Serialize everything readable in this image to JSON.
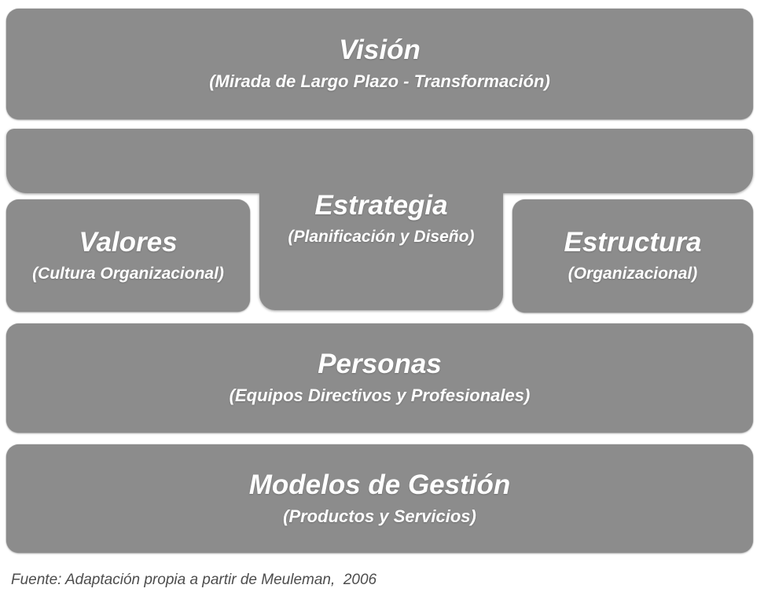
{
  "colors": {
    "box_fill": "#8c8c8c",
    "box_text": "#ffffff",
    "source_text": "#4d4d4d",
    "background": "#ffffff"
  },
  "blocks": {
    "vision": {
      "title": "Visión",
      "subtitle": "(Mirada de Largo Plazo - Transformación)"
    },
    "estrategia": {
      "title": "Estrategia",
      "subtitle": "(Planificación y Diseño)"
    },
    "valores": {
      "title": "Valores",
      "subtitle": "(Cultura Organizacional)"
    },
    "estructura": {
      "title": "Estructura",
      "subtitle": "(Organizacional)"
    },
    "personas": {
      "title": "Personas",
      "subtitle": "(Equipos Directivos y Profesionales)"
    },
    "modelos": {
      "title": "Modelos de Gestión",
      "subtitle": "(Productos y Servicios)"
    }
  },
  "source_note": "Fuente: Adaptación propia a partir de Meuleman,  2006"
}
